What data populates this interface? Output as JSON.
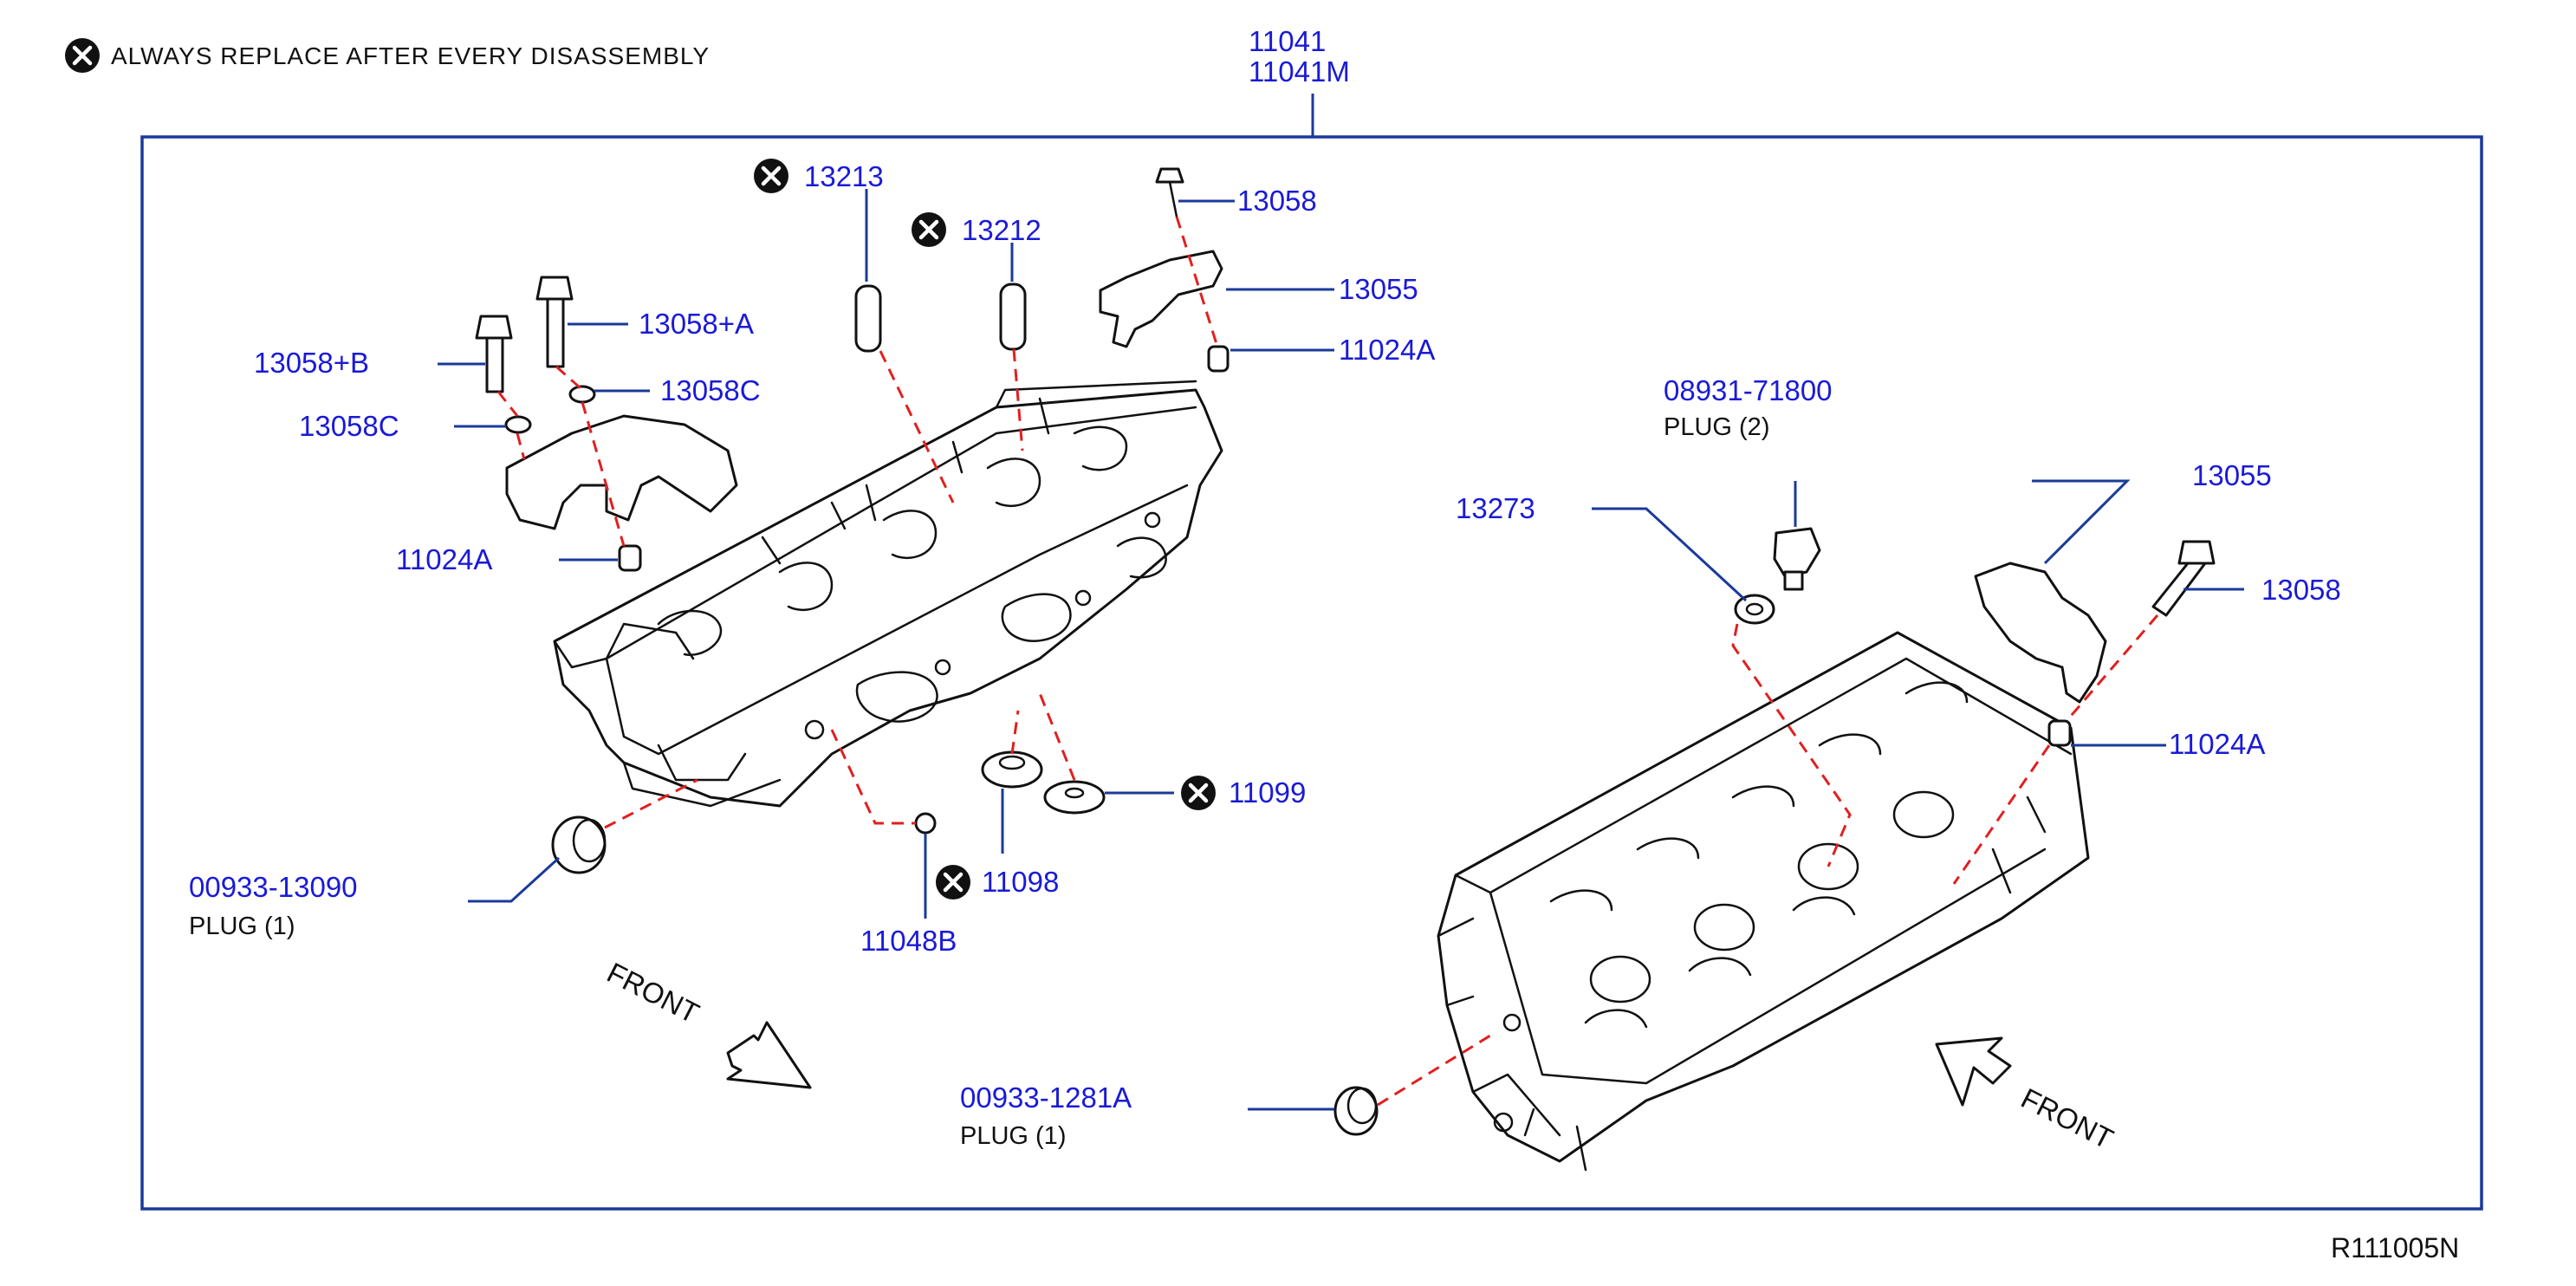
{
  "legend": {
    "text": "ALWAYS   REPLACE   AFTER   EVERY   DISASSEMBLY"
  },
  "assembly": {
    "line1": "11041",
    "line2": "11041M"
  },
  "labels": {
    "p13213": "13213",
    "p13212": "13212",
    "p13058_top": "13058",
    "p13055_left": "13055",
    "p11024A_top": "11024A",
    "p13058_A": "13058+A",
    "p13058_B": "13058+B",
    "p13058C_right": "13058C",
    "p13058C_left": "13058C",
    "p11024A_left": "11024A",
    "p08931": "08931-71800",
    "p08931_desc": "PLUG    (2)",
    "p13273": "13273",
    "p13055_right": "13055",
    "p13058_right": "13058",
    "p11024A_right": "11024A",
    "p11099": "11099",
    "p11098": "11098",
    "p11048B": "11048B",
    "p00933_13090": "00933-13090",
    "p00933_13090_desc": "PLUG    (1)",
    "p00933_1281A": "00933-1281A",
    "p00933_1281A_desc": "PLUG    (1)"
  },
  "front_left": "FRONT",
  "front_right": "FRONT",
  "reference": "R111005N",
  "colors": {
    "label": "#1a1ad6",
    "leader": "#1a3a9a",
    "dashed": "#e02020",
    "frame": "#1a3a9a"
  },
  "icons": {
    "replace_marker": "x-circle-icon",
    "front_arrow": "arrow-icon"
  }
}
